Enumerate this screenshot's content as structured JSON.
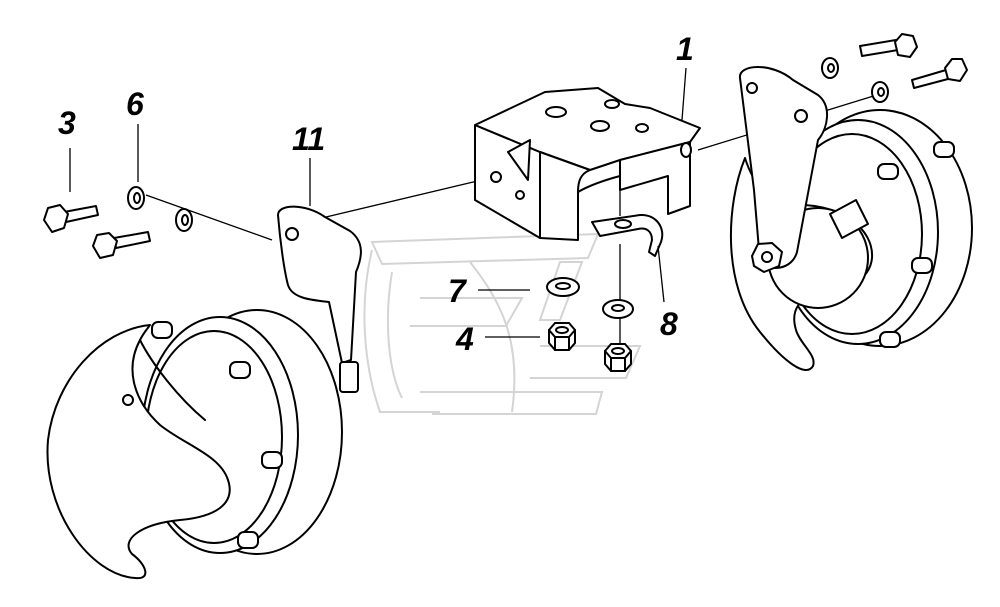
{
  "callouts": [
    {
      "label": "1"
    },
    {
      "label": "3"
    },
    {
      "label": "4"
    },
    {
      "label": "6"
    },
    {
      "label": "7"
    },
    {
      "label": "8"
    },
    {
      "label": "11"
    }
  ],
  "colors": {
    "line": "#000000",
    "watermark": "#d4d4d4",
    "background": "#ffffff"
  }
}
